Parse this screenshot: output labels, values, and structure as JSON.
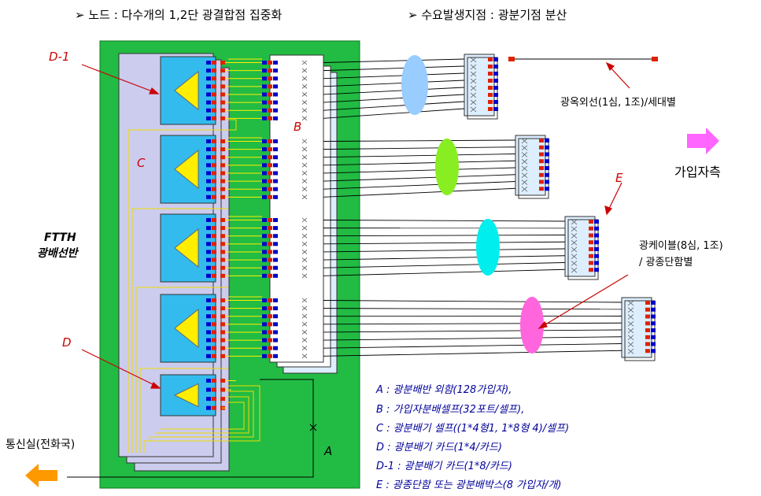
{
  "header": {
    "left": "➢ 노드 : 다수개의 1,2단 광결합점 집중화",
    "right": "➢ 수요발생지점 : 광분기점 분산"
  },
  "labels": {
    "d1": "D-1",
    "c": "C",
    "d": "D",
    "b": "B",
    "a": "A",
    "e": "E",
    "ftth_line1": "FTTH",
    "ftth_line2": "광배선반",
    "drop_cable": "광옥외선(1심, 1조)/세대별",
    "subscriber_side": "가입자측",
    "optical_cable_line1": "광케이블(8심, 1조)",
    "optical_cable_line2": "/ 광종단함별",
    "office": "통신실(전화국)"
  },
  "legend": [
    "A : 광분배반 외함(128가입자),",
    "B : 가입자분배셀프(32포트/셀프),",
    "C : 광분배기 셀프((1*4형1, 1*8형 4)/셀프)",
    "D : 광분배기 카드(1*4/카드)",
    "D-1 : 광분배기 카드(1*8/카드)",
    "E : 광종단함 또는 광분배박스(8 가입자/개)"
  ],
  "colors": {
    "enclosure": "#22bb44",
    "shelf": "#ccccee",
    "card": "#33bbee",
    "splitter": "#ffee00",
    "connector_red": "#dd2200",
    "connector_blue": "#0000cc",
    "oval1": "#99ccff",
    "oval2": "#88ee22",
    "oval3": "#00eeee",
    "oval4": "#ff66dd",
    "arrow_subscriber": "#ff66ff",
    "arrow_office": "#ff9900"
  }
}
